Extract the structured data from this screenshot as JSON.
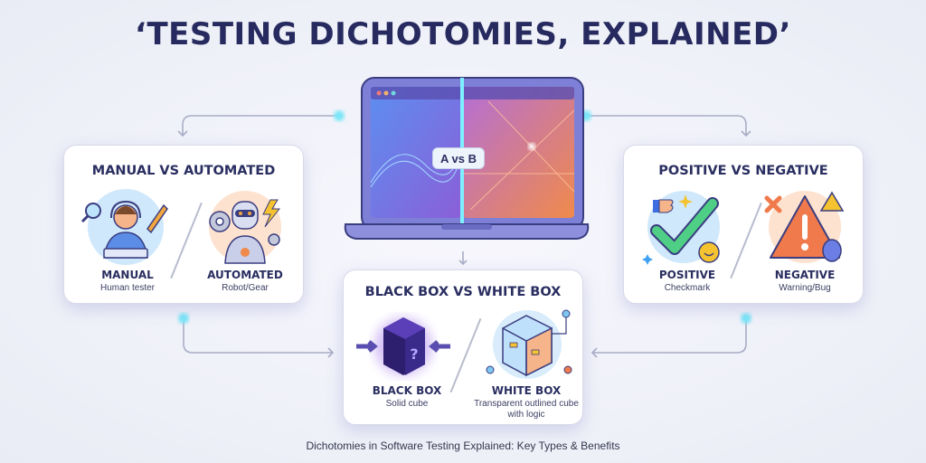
{
  "title": "‘TESTING DICHOTOMIES, EXPLAINED’",
  "center": {
    "badge": "A vs B"
  },
  "cards": {
    "manual_automated": {
      "title": "MANUAL VS AUTOMATED",
      "left": {
        "label": "MANUAL",
        "sub": "Human tester",
        "icon": "human-tester-icon"
      },
      "right": {
        "label": "AUTOMATED",
        "sub": "Robot/Gear",
        "icon": "robot-gear-icon"
      }
    },
    "positive_negative": {
      "title": "POSITIVE VS NEGATIVE",
      "left": {
        "label": "POSITIVE",
        "sub": "Checkmark",
        "icon": "checkmark-icon"
      },
      "right": {
        "label": "NEGATIVE",
        "sub": "Warning/Bug",
        "icon": "warning-bug-icon"
      }
    },
    "black_white": {
      "title": "BLACK BOX VS WHITE BOX",
      "left": {
        "label": "BLACK BOX",
        "sub": "Solid cube",
        "icon": "solid-cube-icon"
      },
      "right": {
        "label": "WHITE BOX",
        "sub": "Transparent outlined cube with logic",
        "icon": "transparent-cube-icon"
      }
    }
  },
  "caption": "Dichotomies in Software Testing Explained: Key Types & Benefits",
  "colors": {
    "title": "#262a5e",
    "accent_cyan": "#6fe3f5",
    "purple": "#7b6be0",
    "orange": "#f08a4b"
  }
}
